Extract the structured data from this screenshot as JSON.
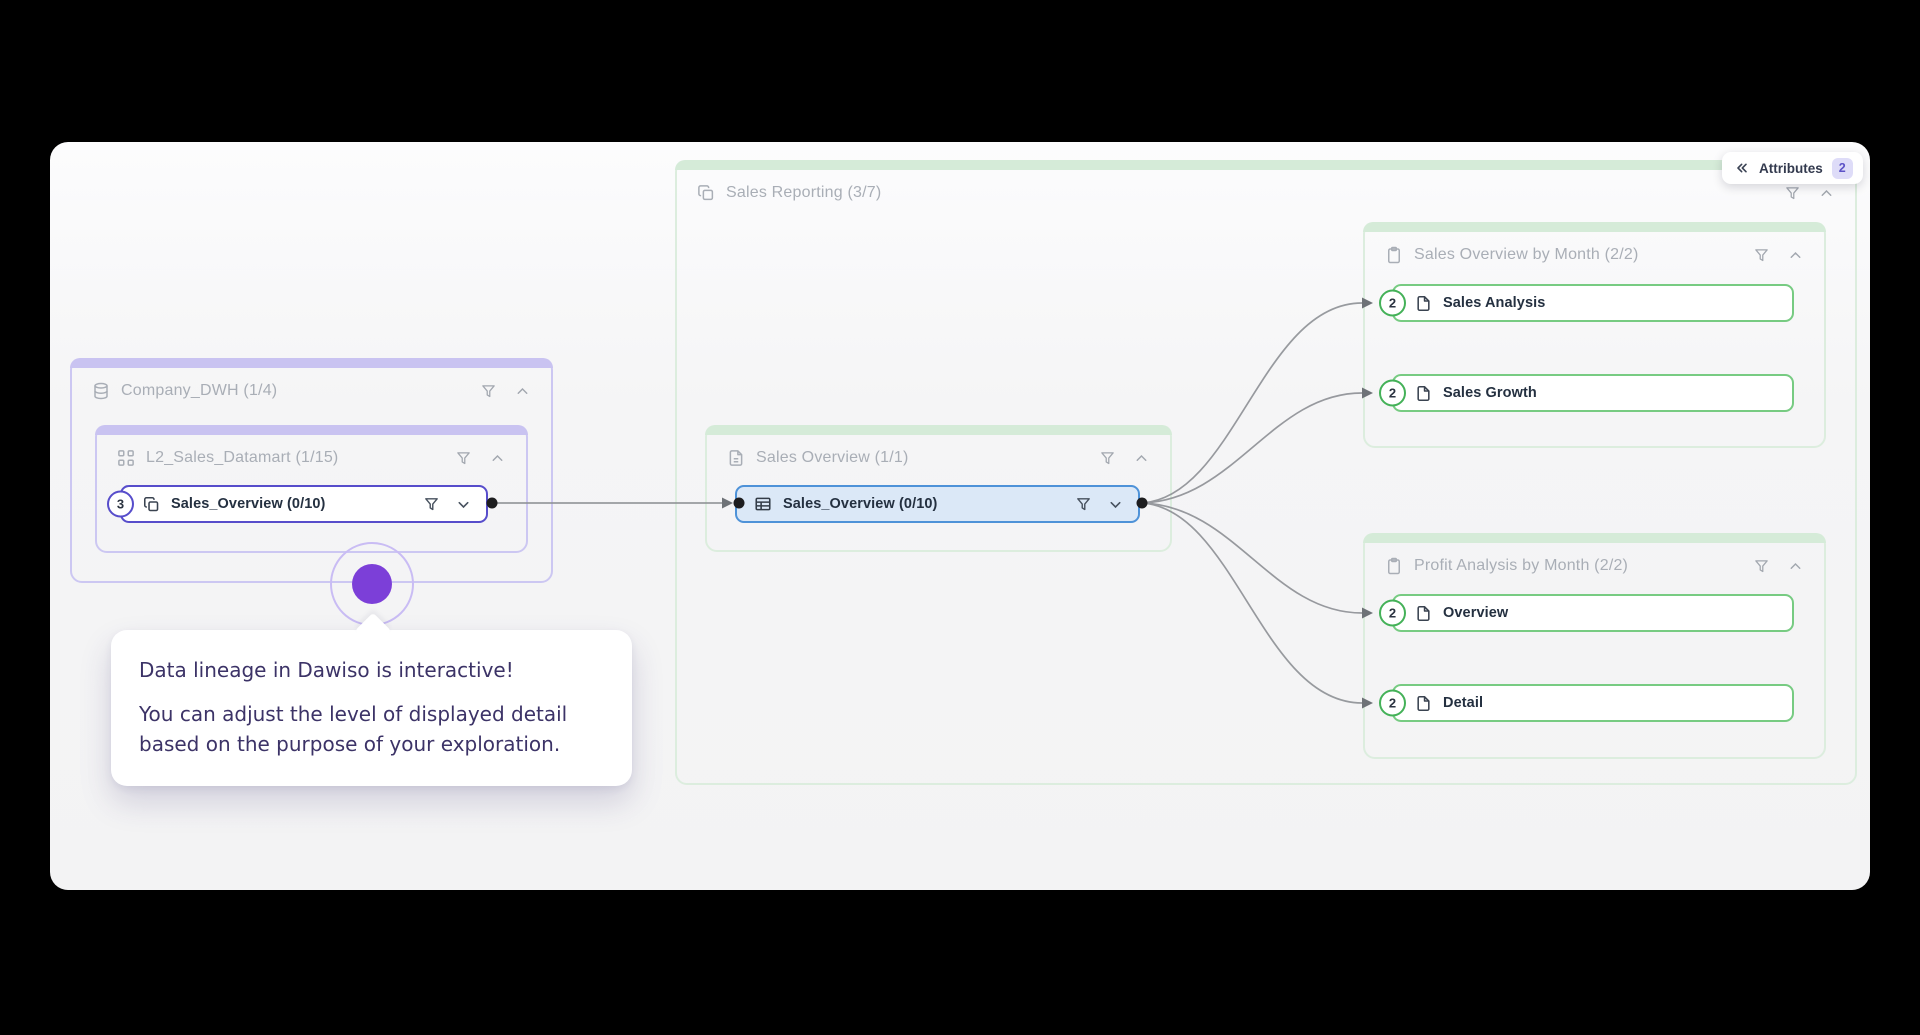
{
  "attributes_toggle": {
    "label": "Attributes",
    "count": "2"
  },
  "panels": {
    "reporting": {
      "title": "Sales Reporting (3/7)"
    },
    "company": {
      "title": "Company_DWH (1/4)"
    },
    "datamart": {
      "title": "L2_Sales_Datamart (1/15)"
    },
    "sales_overview_group": {
      "title": "Sales Overview (1/1)"
    },
    "sales_month": {
      "title": "Sales Overview by Month (2/2)"
    },
    "profit_month": {
      "title": "Profit Analysis by Month (2/2)"
    }
  },
  "nodes": {
    "source_table": {
      "badge": "3",
      "label": "Sales_Overview (0/10)"
    },
    "center_table": {
      "label": "Sales_Overview (0/10)"
    },
    "sales_analysis": {
      "badge": "2",
      "label": "Sales Analysis"
    },
    "sales_growth": {
      "badge": "2",
      "label": "Sales Growth"
    },
    "overview": {
      "badge": "2",
      "label": "Overview"
    },
    "detail": {
      "badge": "2",
      "label": "Detail"
    }
  },
  "tooltip": {
    "title": "Data lineage in Dawiso is interactive!",
    "body": "You can adjust the level of displayed detail based on the purpose of your exploration."
  },
  "colors": {
    "purple_accent": "#574dcb",
    "purple_strip": "#c9c3f1",
    "green_strip": "#d5ebd8",
    "green_node_border": "#77cb82",
    "green_badge": "#44b158",
    "blue_node_border": "#4e92d8",
    "blue_node_fill": "#dbe8f7",
    "marker_violet": "#7c3fd8",
    "tooltip_text": "#3c3367"
  }
}
